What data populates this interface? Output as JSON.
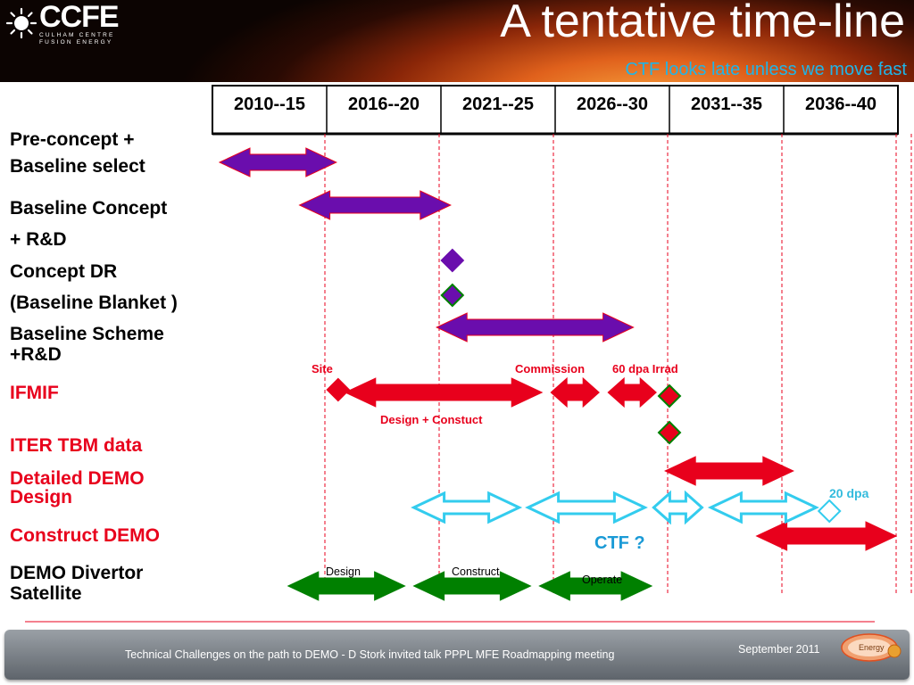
{
  "header": {
    "logo_text": "CCFE",
    "logo_line1": "CULHAM CENTRE",
    "logo_line2": "FUSION ENERGY",
    "title": "A tentative time-line",
    "subtitle": "CTF looks late unless we move fast"
  },
  "chart_data": {
    "type": "gantt",
    "periods": [
      "2010--15",
      "2016--20",
      "2021--25",
      "2026--30",
      "2031--35",
      "2036--40"
    ],
    "axis_range": [
      2010,
      2040
    ],
    "row_labels": [
      {
        "id": "preconcept",
        "lines": [
          "Pre-concept +",
          "Baseline select"
        ],
        "color": "#000000"
      },
      {
        "id": "baseline-concept",
        "lines": [
          "Baseline Concept",
          "+ R&D"
        ],
        "color": "#000000"
      },
      {
        "id": "concept-dr",
        "lines": [
          "Concept DR",
          "(Baseline Blanket )"
        ],
        "color": "#000000"
      },
      {
        "id": "baseline-scheme",
        "lines": [
          "Baseline Scheme",
          "+R&D"
        ],
        "color": "#000000"
      },
      {
        "id": "ifmif",
        "lines": [
          "IFMIF"
        ],
        "color": "#e8001c"
      },
      {
        "id": "iter-tbm",
        "lines": [
          "ITER TBM data"
        ],
        "color": "#e8001c"
      },
      {
        "id": "detailed-demo",
        "lines": [
          "Detailed DEMO",
          "Design"
        ],
        "color": "#e8001c"
      },
      {
        "id": "construct-demo",
        "lines": [
          "Construct DEMO"
        ],
        "color": "#e8001c"
      },
      {
        "id": "divertor",
        "lines": [
          "DEMO Divertor",
          "Satellite"
        ],
        "color": "#000000"
      }
    ],
    "arrows": [
      {
        "row": "preconcept",
        "start": 2010,
        "end": 2015.5,
        "color": "#6a0dad",
        "style": "solid"
      },
      {
        "row": "baseline-concept",
        "start": 2013.5,
        "end": 2020.5,
        "color": "#6a0dad",
        "style": "solid"
      },
      {
        "row": "baseline-scheme",
        "start": 2019.5,
        "end": 2028.5,
        "color": "#6a0dad",
        "style": "solid"
      },
      {
        "row": "ifmif",
        "start": 2015.5,
        "end": 2024.5,
        "color": "#e8001c",
        "style": "solid"
      },
      {
        "row": "ifmif",
        "start": 2024.5,
        "end": 2027,
        "color": "#e8001c",
        "style": "solid"
      },
      {
        "row": "ifmif",
        "start": 2027,
        "end": 2029.5,
        "color": "#e8001c",
        "style": "solid"
      },
      {
        "row": "detailed-demo",
        "start": 2029.5,
        "end": 2035.5,
        "color": "#e8001c",
        "style": "solid"
      },
      {
        "row": "construct-demo",
        "start": 2033.5,
        "end": 2040,
        "color": "#e8001c",
        "style": "solid"
      },
      {
        "row": "ctf",
        "start": 2018.5,
        "end": 2023.5,
        "color": "#33ccee",
        "style": "outline"
      },
      {
        "row": "ctf",
        "start": 2023.5,
        "end": 2029,
        "color": "#33ccee",
        "style": "outline"
      },
      {
        "row": "ctf",
        "start": 2029,
        "end": 2031.5,
        "color": "#33ccee",
        "style": "outline"
      },
      {
        "row": "ctf",
        "start": 2031.5,
        "end": 2036.5,
        "color": "#33ccee",
        "style": "outline"
      },
      {
        "row": "divertor",
        "start": 2013,
        "end": 2018.5,
        "color": "#008000",
        "style": "solid"
      },
      {
        "row": "divertor",
        "start": 2018.5,
        "end": 2024,
        "color": "#008000",
        "style": "solid"
      },
      {
        "row": "divertor",
        "start": 2024,
        "end": 2029.3,
        "color": "#008000",
        "style": "solid"
      }
    ],
    "milestones": [
      {
        "row": "concept-dr-a",
        "at": 2020.5,
        "fill": "#6a0dad",
        "stroke": "#6a0dad"
      },
      {
        "row": "concept-dr-b",
        "at": 2020.5,
        "fill": "#6a0dad",
        "stroke": "#008000"
      },
      {
        "row": "ifmif",
        "at": 2015.5,
        "fill": "#e8001c",
        "stroke": "#e8001c"
      },
      {
        "row": "ifmif",
        "at": 2030,
        "fill": "#e8001c",
        "stroke": "#008000"
      },
      {
        "row": "iter-tbm",
        "at": 2030,
        "fill": "#e8001c",
        "stroke": "#008000"
      },
      {
        "row": "ctf",
        "at": 2037,
        "fill": "#ffffff",
        "stroke": "#33ccee"
      }
    ],
    "annotations": [
      {
        "text": "Site",
        "color": "#e8001c",
        "bold": true
      },
      {
        "text": "Commission",
        "color": "#e8001c",
        "bold": true
      },
      {
        "text": "60 dpa Irrad",
        "color": "#e8001c",
        "bold": true
      },
      {
        "text": "Design + Constuct",
        "color": "#e8001c",
        "bold": true
      },
      {
        "text": "20 dpa",
        "color": "#33bbdd",
        "bold": true
      },
      {
        "text": "CTF ?",
        "color": "#1a9ad6",
        "bold": true
      },
      {
        "text": "Design",
        "color": "#000000",
        "bold": false
      },
      {
        "text": "Construct",
        "color": "#000000",
        "bold": false
      },
      {
        "text": "Operate",
        "color": "#000000",
        "bold": false
      }
    ]
  },
  "footer": {
    "text": "Technical Challenges on the path to DEMO -  D Stork  invited talk PPPL MFE Roadmapping meeting",
    "date": "September 2011",
    "logo_text": "Energy"
  },
  "colors": {
    "purple": "#6a0dad",
    "red": "#e8001c",
    "cyan": "#33ccee",
    "green": "#008000"
  }
}
